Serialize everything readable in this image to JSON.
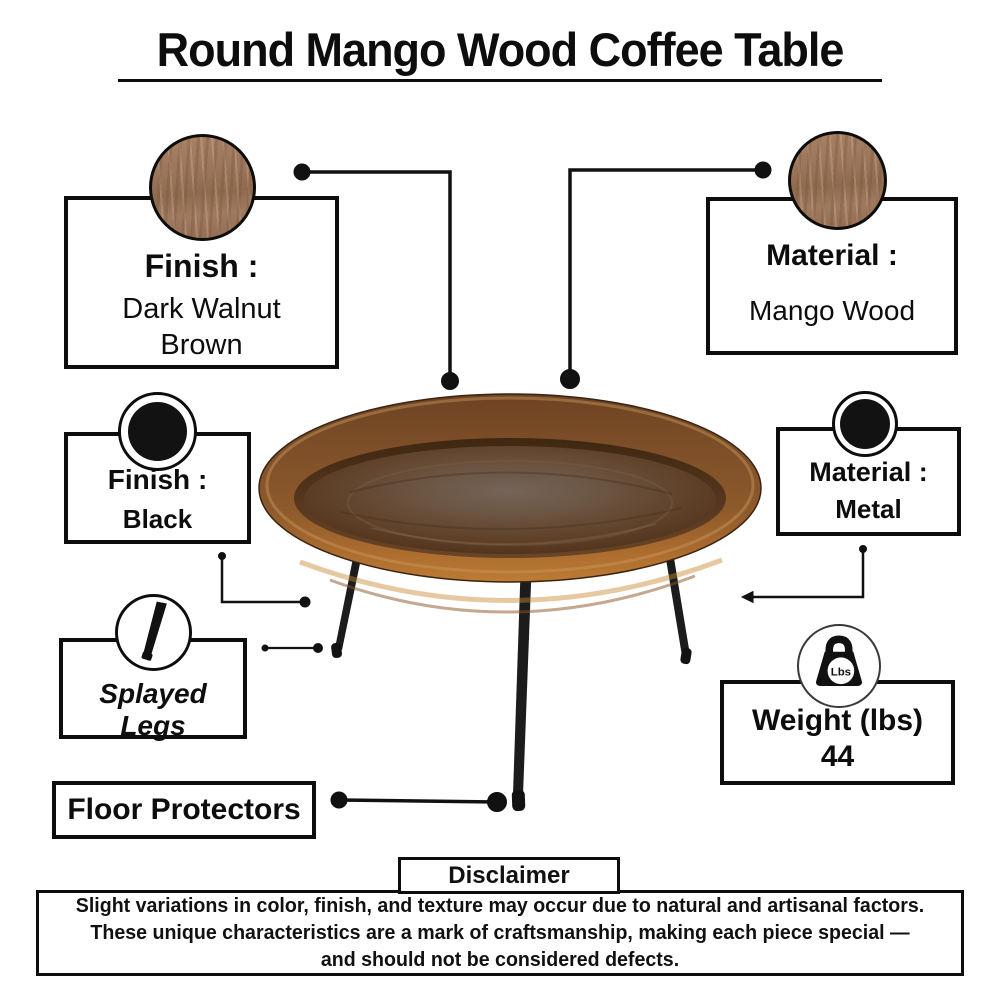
{
  "title": "Round Mango Wood Coffee Table",
  "callouts": {
    "finish_wood": {
      "label": "Finish :",
      "value": "Dark Walnut Brown"
    },
    "material_wood": {
      "label": "Material :",
      "value": "Mango Wood"
    },
    "finish_metal": {
      "label": "Finish :",
      "value": "Black"
    },
    "material_metal": {
      "label": "Material :",
      "value": "Metal"
    },
    "splayed_legs": {
      "label": "Splayed Legs"
    },
    "weight": {
      "label": "Weight (lbs)",
      "value": "44",
      "unit_badge": "Lbs"
    },
    "floor_protectors": {
      "label": "Floor Protectors"
    }
  },
  "disclaimer": {
    "title": "Disclaimer",
    "text": "Slight variations in color, finish, and texture may occur due to natural and artisanal factors. These unique characteristics are a mark of craftsmanship, making each piece special — and should not be considered defects."
  },
  "colors": {
    "connector": "#111111",
    "swatch_wood": "#9b755a",
    "swatch_black": "#121212",
    "table_rim_light": "#b5752f",
    "table_rim_dark": "#6b4120",
    "table_floor_center": "#74645a",
    "table_floor_edge": "#4e3118",
    "leg": "#1c1c1c",
    "background": "#ffffff"
  }
}
